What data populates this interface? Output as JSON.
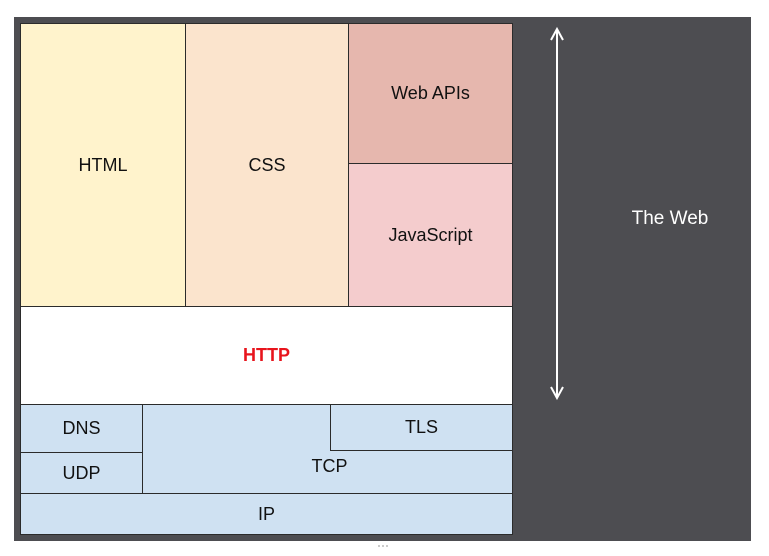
{
  "diagram": {
    "layers": {
      "html": "HTML",
      "css": "CSS",
      "web_apis": "Web APIs",
      "javascript": "JavaScript",
      "http": "HTTP",
      "dns": "DNS",
      "udp": "UDP",
      "tcp": "TCP",
      "tls": "TLS",
      "ip": "IP"
    },
    "scope_label": "The Web",
    "colors": {
      "background_panel": "#4d4d51",
      "html": "#fff3cc",
      "css": "#fbe4cd",
      "web_apis": "#e6b7ae",
      "javascript": "#f4cccd",
      "http": "#ffffff",
      "http_text": "#e8141c",
      "network": "#cfe1f2"
    }
  }
}
